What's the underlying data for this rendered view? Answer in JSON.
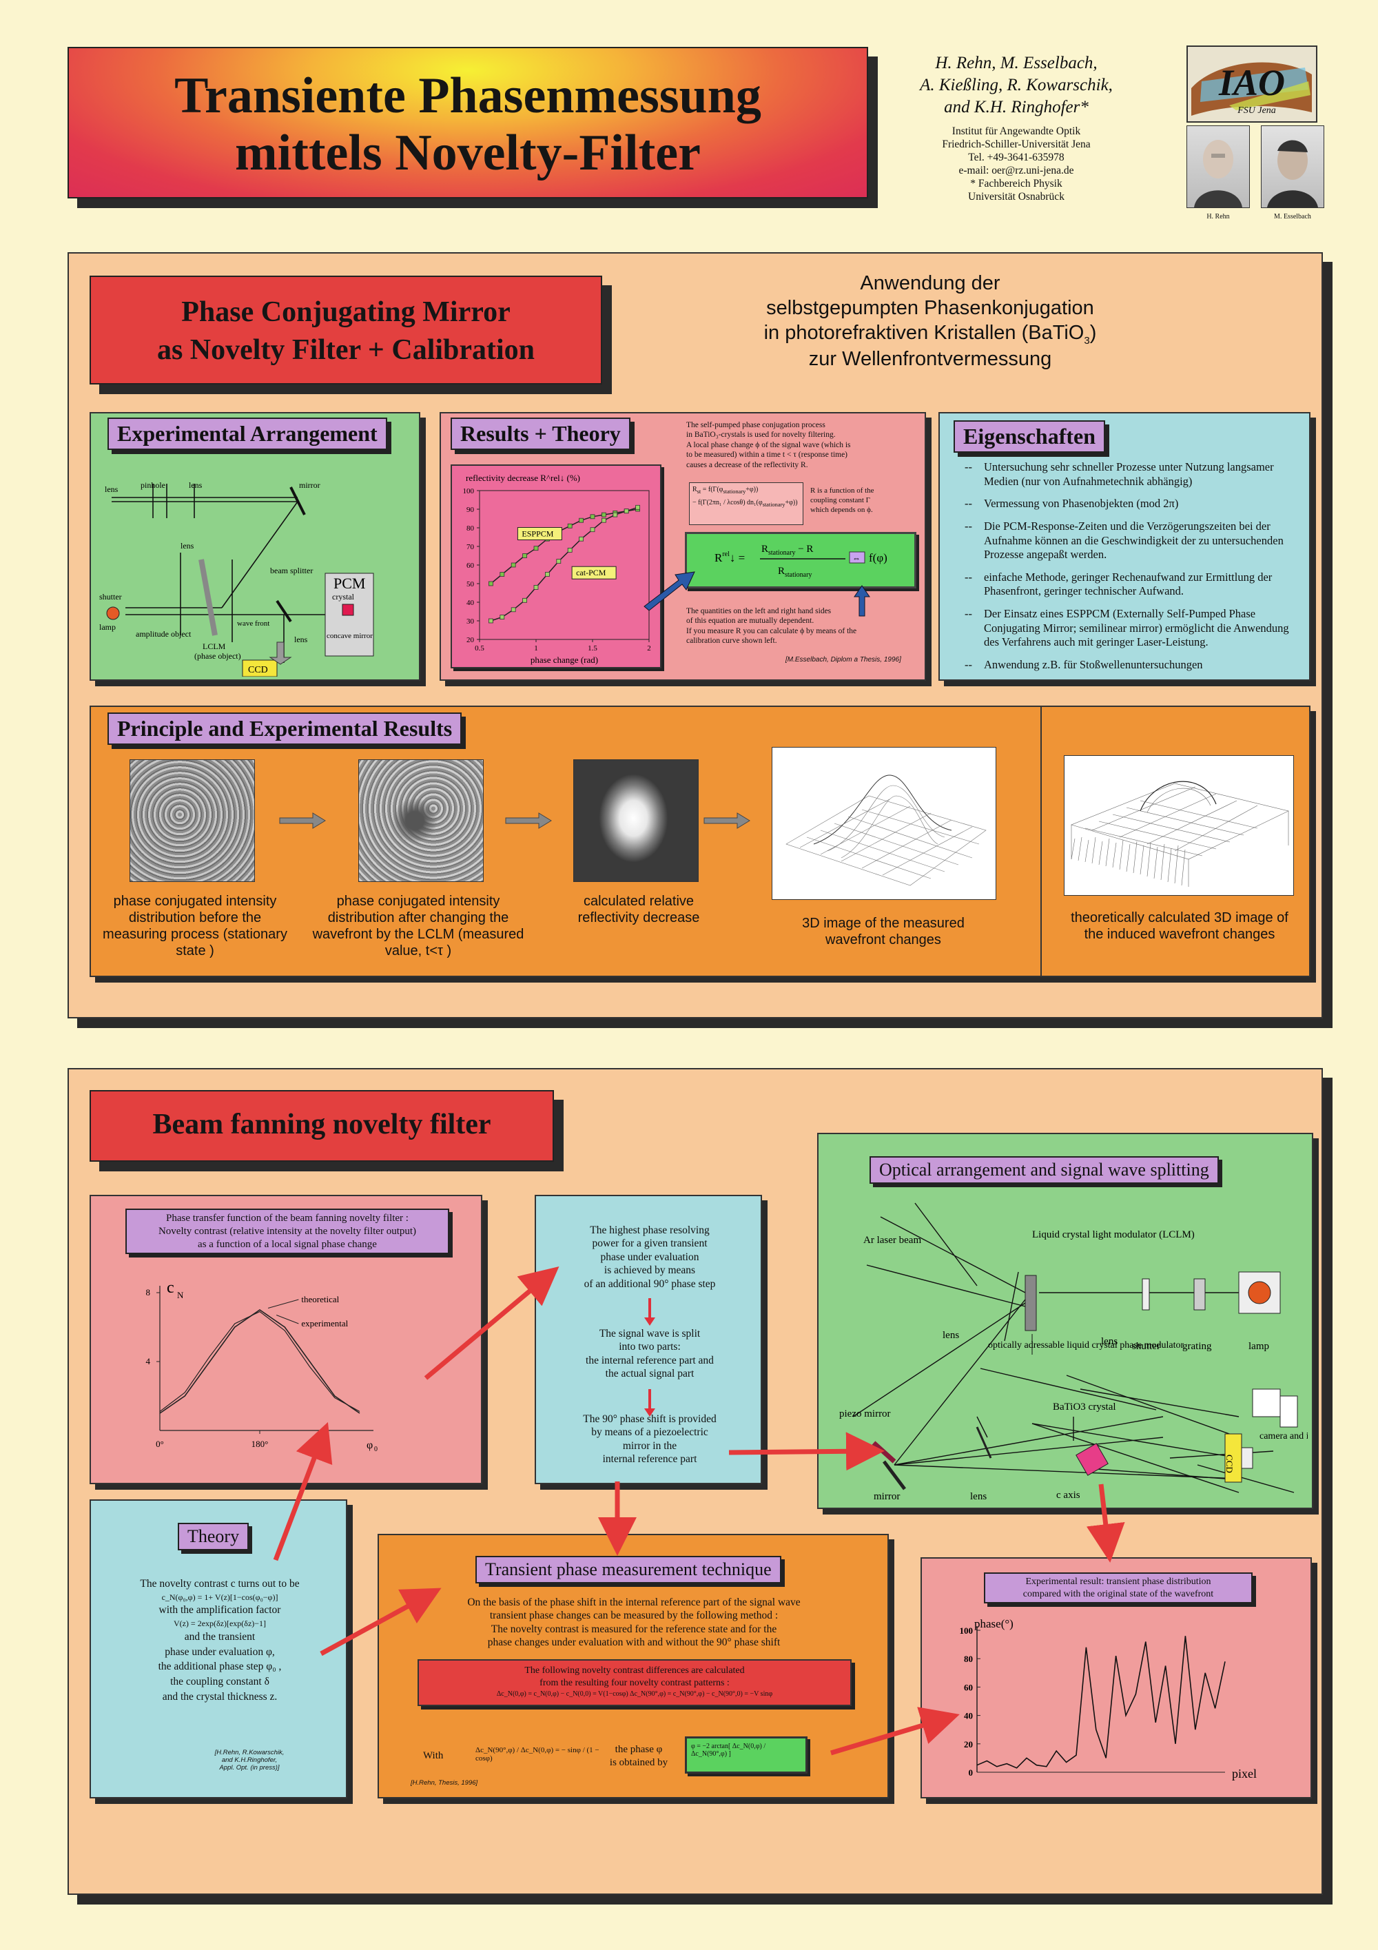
{
  "title": {
    "line1": "Transiente Phasenmessung",
    "line2": "mittels Novelty-Filter"
  },
  "authors": {
    "line1": "H. Rehn, M. Esselbach,",
    "line2": "A. Kießling, R. Kowarschik,",
    "line3": "and K.H. Ringhofer*",
    "institute": [
      "Institut für Angewandte  Optik",
      "Friedrich-Schiller-Universität Jena",
      "Tel. +49-3641-635978",
      "e-mail: oer@rz.uni-jena.de",
      "* Fachbereich Physik",
      "Universität Osnabrück"
    ]
  },
  "logo": {
    "text": "IAO",
    "sub": "FSU Jena"
  },
  "photos": {
    "left_caption": "H. Rehn",
    "right_caption": "M. Esselbach"
  },
  "section1": {
    "title_line1": "Phase Conjugating Mirror",
    "title_line2": "as Novelty Filter + Calibration",
    "headline": [
      "Anwendung der",
      "selbstgepumpten Phasenkonjugation",
      "in photorefraktiven Kristallen (BaTiO",
      "3",
      ")",
      "zur Wellenfrontvermessung"
    ],
    "exp_arr": {
      "label": "Experimental Arrangement",
      "parts": {
        "lens1": "lens",
        "pinhole": "pinhole",
        "lens2": "lens",
        "mirror": "mirror",
        "lens3": "lens",
        "beam_splitter": "beam splitter",
        "shutter": "shutter",
        "lamp": "lamp",
        "amplitude_object": "amplitude object",
        "lclm": "LCLM",
        "phase_object": "(phase object)",
        "wave_front": "wave front",
        "pcm": "PCM",
        "crystal": "crystal",
        "concave_mirror": "concave mirror",
        "lens4": "lens",
        "ccd": "CCD"
      }
    },
    "results": {
      "label": "Results + Theory",
      "intro": [
        "The self-pumped phase conjugation process",
        "in BaTiO₃-crystals is used for novelty filtering.",
        "A local phase change ϕ of the signal wave (which is",
        "to be measured) within a time  t < τ  (response time)",
        "causes a decrease of the reflectivity R."
      ],
      "formula_note": [
        "R  is a function of the",
        "coupling constant Γ",
        "which depends on ϕ."
      ],
      "formula_box": "R^rel↓ = (R_stationary − R)/R_stationary ⇔ f(φ)",
      "after": [
        "The quantities on the left and right hand sides",
        "of this equation are mutually dependent.",
        "If you measure R  you can calculate ϕ by means of the",
        "calibration curve shown left."
      ],
      "cite": "[M.Esselbach, Diplom a Thesis, 1996]"
    },
    "eigenschaften": {
      "label": "Eigenschaften",
      "items": [
        "Untersuchung sehr schneller Prozesse unter Nutzung langsamer Medien (nur von Aufnahmetechnik abhängig)",
        "Vermessung von Phasenobjekten (mod 2π)",
        "Die PCM-Response-Zeiten und die Verzögerungszeiten bei der Aufnahme können an die Geschwindigkeit der zu untersuchenden Prozesse angepaßt werden.",
        "einfache Methode, geringer Rechenaufwand zur Ermittlung der Phasenfront, geringer technischer Aufwand.",
        "Der Einsatz eines ESPPCM (Externally Self-Pumped Phase Conjugating Mirror; semilinear mirror) ermöglicht die Anwendung des Verfahrens auch mit geringer Laser-Leistung.",
        "Anwendung z.B. für Stoßwellenuntersuchungen"
      ]
    },
    "principle": {
      "label": "Principle and Experimental Results",
      "captions": [
        "phase conjugated intensity distribution before the measuring process (stationary state )",
        "phase conjugated intensity distribution after changing the wavefront by the LCLM (measured value,  t<τ )",
        "calculated relative reflectivity decrease",
        "3D image of the measured wavefront changes",
        "theoretically calculated 3D image of the induced wavefront changes"
      ]
    }
  },
  "section2": {
    "title": "Beam fanning novelty filter",
    "transfer": {
      "header": [
        "Phase transfer function of the beam fanning novelty filter :",
        "Novelty contrast  (relative intensity at the novelty filter output)",
        "as a function of a local signal phase change"
      ],
      "ylabel": "c",
      "ylabel_sub": "N",
      "legend_theo": "theoretical",
      "legend_exp": "experimental",
      "xlabel": "φ",
      "xlabel_sub": "0"
    },
    "phase_text": [
      "The highest phase resolving",
      "power for a given transient",
      "phase under evaluation",
      "is achieved by means",
      "of an additional 90° phase step",
      "The signal wave is split",
      "into two parts:",
      "the internal reference part and",
      "the actual signal part",
      "The 90° phase shift is provided",
      "by means of a piezoelectric",
      "mirror in the",
      "internal reference part"
    ],
    "optical": {
      "label": "Optical arrangement and signal wave splitting",
      "parts": {
        "ar_laser": "Ar laser beam",
        "lclm": "Liquid  crystal light modulator (LCLM)",
        "lens1": "lens",
        "lens2": "lens",
        "shutter": "shutter",
        "grating": "grating",
        "lamp": "lamp",
        "oapm": "optically adressable liquid crystal phase modulator",
        "piezo": "piezo mirror",
        "batio3": "BaTiO3  crystal",
        "mirror": "mirror",
        "lens3": "lens",
        "caxis": "c axis",
        "camera": "camera and image processing system",
        "ccd": "CCD"
      }
    },
    "theory": {
      "label": "Theory",
      "lines": [
        "The novelty contrast c   turns out to be",
        "c_N(φ₀,φ) = 1+ V(z)[1−cos(φ₀−φ)]",
        "with the amplification factor",
        "V(z) = 2exp(δz)[exp(δz)−1]",
        "and the transient",
        "phase under evaluation φ,",
        "the additional phase step φ₀ ,",
        "the coupling constant δ",
        "and the crystal thickness z."
      ],
      "cite": [
        "[H.Rehn, R.Kowarschik,",
        "and K.H.Ringhofer,",
        "Appl. Opt. (in press)]"
      ]
    },
    "transient": {
      "label": "Transient phase measurement technique",
      "text": [
        "On the basis of the phase shift in the internal reference part of the signal wave",
        "transient phase changes can be measured by the following method :",
        "The novelty contrast is measured for the reference state and for  the",
        "phase changes under evaluation with and without the 90° phase shift"
      ],
      "red_box": [
        "The following novelty contrast differences are calculated",
        "from the resulting four novelty contrast patterns :",
        "Δc_N(0,φ) = c_N(0,φ) − c_N(0,0) = V(1−cosφ)     Δc_N(90°,φ) = c_N(90°,φ) − c_N(90°,0) = −V sinφ"
      ],
      "with": "With",
      "ratio": "Δc_N(90°,φ) / Δc_N(0,φ) = − sinφ / (1 − cosφ)",
      "obtained": [
        "the phase φ",
        "is obtained by"
      ],
      "green": "φ = −2 arctan[ Δc_N(0,φ) / Δc_N(90°,φ) ]",
      "cite": "[H.Rehn, Thesis, 1996]"
    },
    "result": {
      "header": [
        "Experimental result: transient phase distribution",
        "compared with the original state of the wavefront"
      ],
      "ylabel": "phase(°)",
      "xlabel": "pixel",
      "yticks": [
        "100",
        "80",
        "60",
        "40",
        "20",
        "0"
      ]
    }
  },
  "chart_data": [
    {
      "type": "line",
      "title": "reflectivity decrease  R^rel↓ (%)",
      "xlabel": "phase change (rad)",
      "ylabel": "reflectivity decrease R^rel↓ (%)",
      "xlim": [
        0.5,
        2
      ],
      "ylim": [
        20,
        100
      ],
      "xticks": [
        0.5,
        1,
        1.5,
        2
      ],
      "yticks": [
        20,
        30,
        40,
        50,
        60,
        70,
        80,
        90,
        100
      ],
      "series": [
        {
          "name": "ESPPCM",
          "x": [
            0.6,
            0.7,
            0.8,
            0.9,
            1.0,
            1.1,
            1.2,
            1.3,
            1.4,
            1.5,
            1.6,
            1.7,
            1.8,
            1.9
          ],
          "y": [
            50,
            55,
            60,
            65,
            69,
            74,
            78,
            81,
            84,
            86,
            87,
            88,
            89,
            90
          ]
        },
        {
          "name": "cat-PCM",
          "x": [
            0.6,
            0.7,
            0.8,
            0.9,
            1.0,
            1.1,
            1.2,
            1.3,
            1.4,
            1.5,
            1.6,
            1.7,
            1.8,
            1.9
          ],
          "y": [
            30,
            32,
            36,
            41,
            48,
            55,
            62,
            68,
            74,
            79,
            84,
            87,
            89,
            91
          ]
        }
      ]
    },
    {
      "type": "line",
      "title": "",
      "xlabel": "φ",
      "ylabel": "c",
      "xticks": [
        "0°",
        "180°"
      ],
      "yticks": [
        4,
        8
      ],
      "series": [
        {
          "name": "theoretical",
          "x": [
            0,
            45,
            90,
            135,
            180,
            225,
            270,
            315,
            360
          ],
          "y": [
            1,
            2.0,
            4.0,
            6.0,
            7.0,
            6.0,
            4.0,
            2.0,
            1
          ]
        },
        {
          "name": "experimental",
          "x": [
            0,
            45,
            90,
            135,
            180,
            225,
            270,
            315,
            360
          ],
          "y": [
            1.1,
            2.2,
            4.3,
            6.2,
            6.9,
            5.8,
            3.7,
            1.9,
            1.1
          ]
        }
      ]
    },
    {
      "type": "line",
      "title": "",
      "xlabel": "pixel",
      "ylabel": "phase(°)",
      "ylim": [
        0,
        100
      ],
      "series": [
        {
          "name": "",
          "x": [
            0,
            4,
            8,
            12,
            16,
            20,
            24,
            28,
            32,
            36,
            40,
            44,
            48,
            52,
            56,
            60,
            64,
            68,
            72,
            76,
            80,
            84,
            88,
            92,
            96,
            100
          ],
          "y": [
            5,
            8,
            4,
            6,
            3,
            10,
            5,
            4,
            15,
            7,
            12,
            88,
            30,
            10,
            82,
            40,
            55,
            92,
            35,
            75,
            20,
            96,
            30,
            70,
            45,
            78
          ]
        }
      ]
    }
  ]
}
